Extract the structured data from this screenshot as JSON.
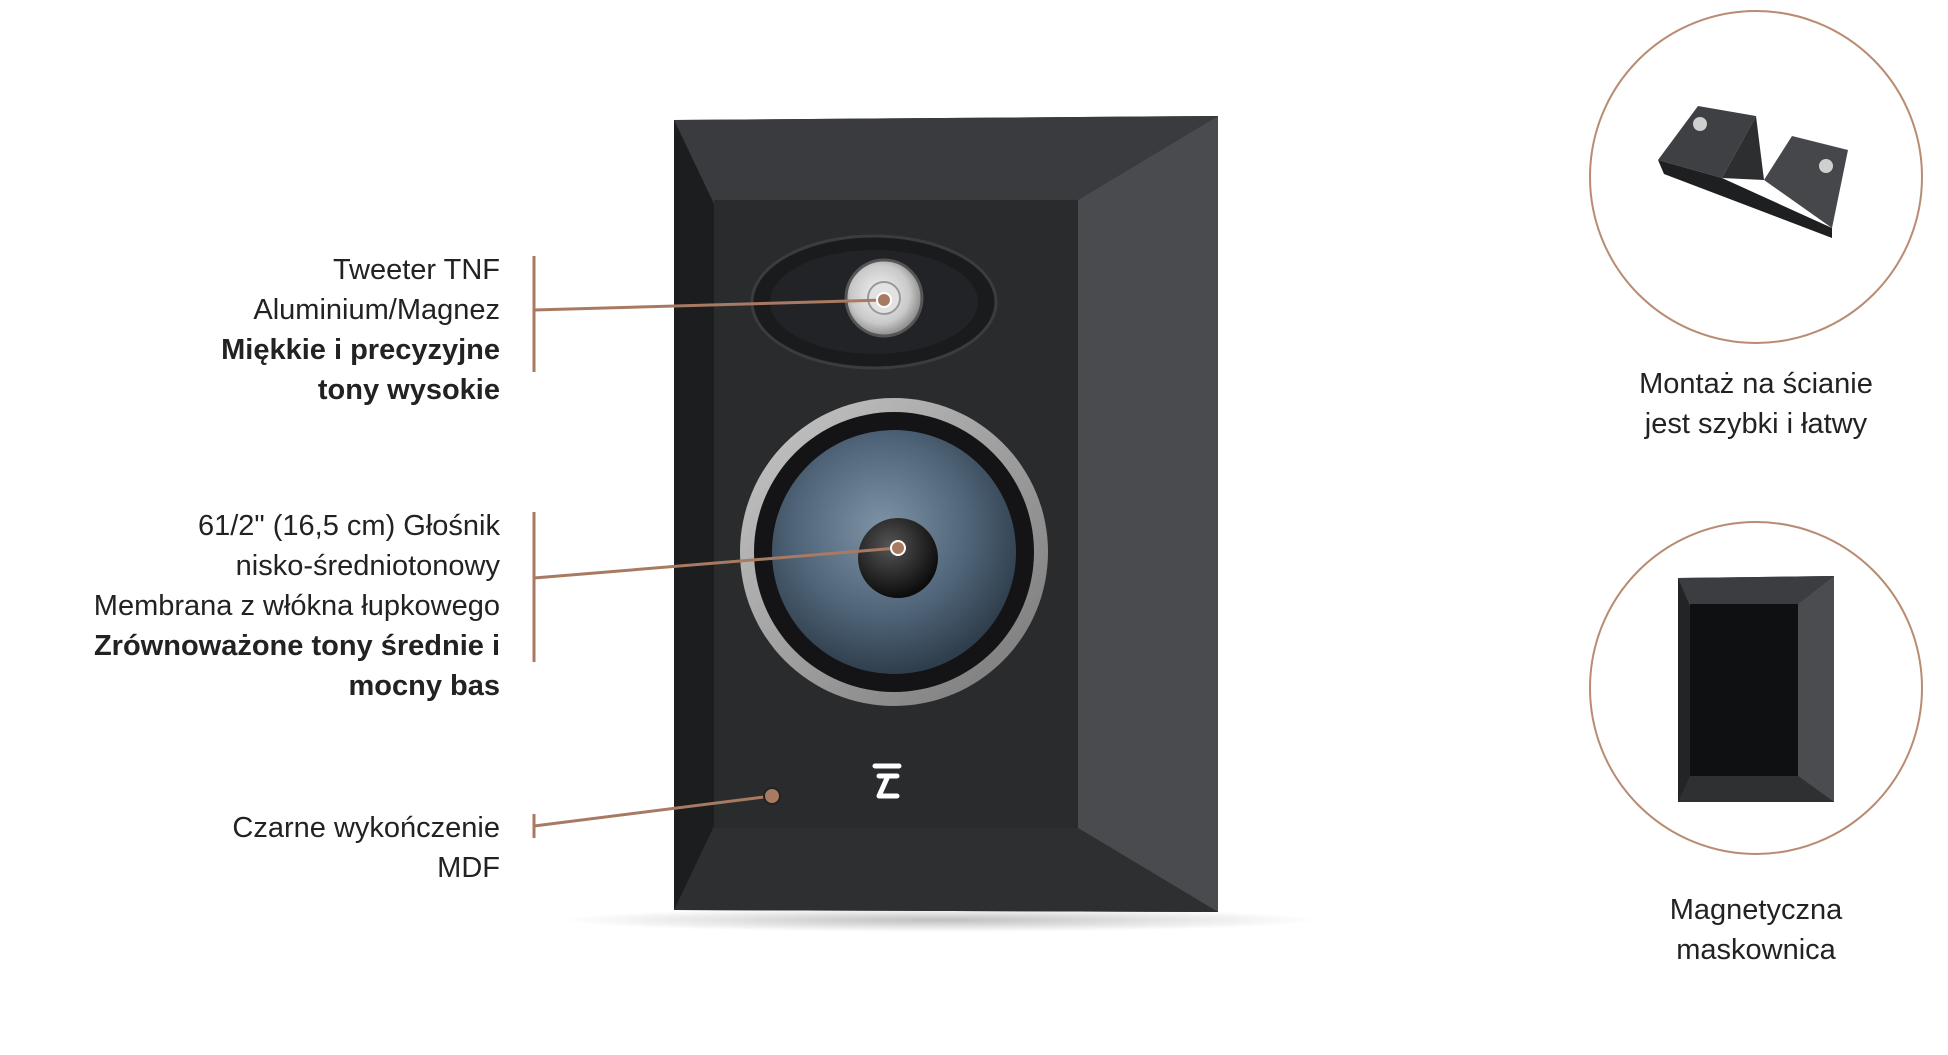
{
  "colors": {
    "accent": "#a97a62",
    "speaker_body": "#2a2b2d",
    "cone": "#4d6276"
  },
  "callouts": {
    "tweeter": {
      "line1": "Tweeter TNF",
      "line2": "Aluminium/Magnez",
      "line3": "Miękkie i precyzyjne",
      "line4": "tony wysokie"
    },
    "woofer": {
      "line1": "61/2\" (16,5 cm) Głośnik",
      "line2": "nisko-średniotonowy",
      "line3": "Membrana z włókna łupkowego",
      "line4": "Zrównoważone tony średnie i",
      "line5": "mocny bas"
    },
    "finish": {
      "line1": "Czarne wykończenie",
      "line2": "MDF"
    }
  },
  "features": {
    "wall_mount": {
      "line1": "Montaż na ścianie",
      "line2": "jest szybki i łatwy"
    },
    "grille": {
      "line1": "Magnetyczna",
      "line2": "maskownica"
    }
  }
}
